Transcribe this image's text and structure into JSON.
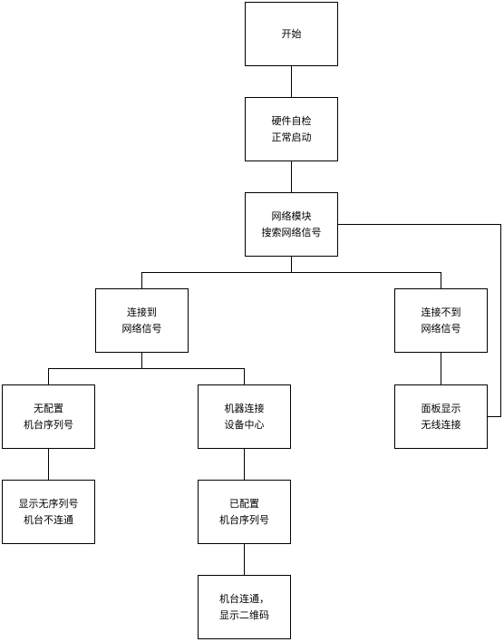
{
  "nodes": {
    "start": {
      "line1": "开始"
    },
    "selftest": {
      "line1": "硬件自检",
      "line2": "正常启动"
    },
    "search": {
      "line1": "网络模块",
      "line2": "搜索网络信号"
    },
    "connected": {
      "line1": "连接到",
      "line2": "网络信号"
    },
    "not_connected": {
      "line1": "连接不到",
      "line2": "网络信号"
    },
    "no_config": {
      "line1": "无配置",
      "line2": "机台序列号"
    },
    "device_center": {
      "line1": "机器连接",
      "line2": "设备中心"
    },
    "panel_wireless": {
      "line1": "面板显示",
      "line2": "无线连接"
    },
    "show_no_serial": {
      "line1": "显示无序列号",
      "line2": "机台不连通"
    },
    "configured": {
      "line1": "已配置",
      "line2": "机台序列号"
    },
    "machine_connected": {
      "line1": "机台连通，",
      "line2": "显示二维码"
    }
  }
}
